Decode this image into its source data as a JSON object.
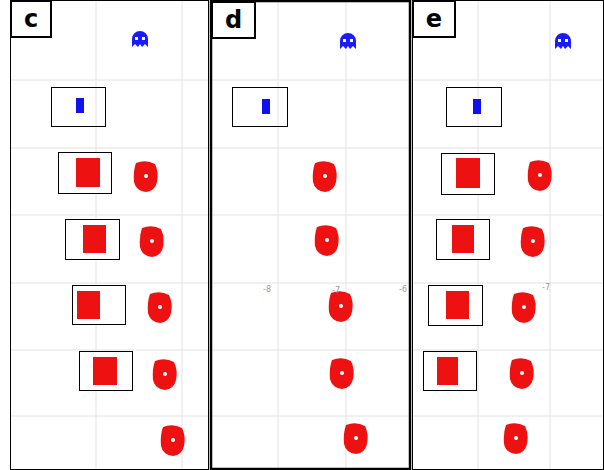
{
  "diagram": {
    "nodes": [
      {
        "text": [
          "c"
        ]
      },
      {
        "text": [
          "d"
        ]
      },
      {
        "text": [
          "e"
        ]
      }
    ],
    "labels": [
      "-8",
      "-7",
      "-6",
      "-7"
    ]
  }
}
